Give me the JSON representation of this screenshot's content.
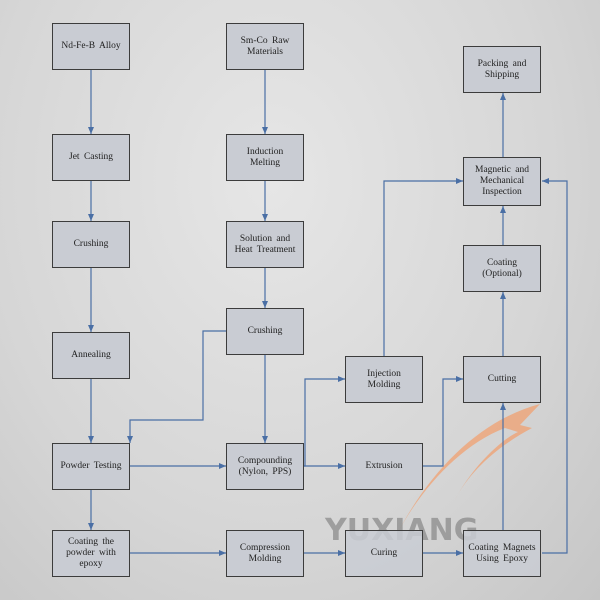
{
  "watermark": {
    "text": "YUXIANG",
    "text_color": "#7a7a7a",
    "swoosh_color": "#f0a070"
  },
  "colors": {
    "box_fill": "#c9ccd3",
    "box_border": "#3c3c3c",
    "connector": "#4a6fa5"
  },
  "nodes": {
    "ndfeb": "Nd-Fe-B  Alloy",
    "jet_casting": "Jet  Casting",
    "crushing1": "Crushing",
    "annealing": "Annealing",
    "powder_testing": "Powder Testing",
    "coating_powder": "Coating  the powder with  epoxy",
    "smco": "Sm-Co  Raw Materials",
    "induction": "Induction  Melting",
    "solution": "Solution  and  Heat Treatment",
    "crushing2": "Crushing",
    "compounding": "Compounding (Nylon, PPS)",
    "compression": "Compression Molding",
    "injection": "Injection Molding",
    "extrusion": "Extrusion",
    "curing": "Curing",
    "packing": "Packing and Shipping",
    "inspection": "Magnetic  and Mechanical Inspection",
    "coating_optional": "Coating (Optional)",
    "cutting": "Cutting",
    "coating_magnets": "Coating  Magnets Using  Epoxy"
  }
}
